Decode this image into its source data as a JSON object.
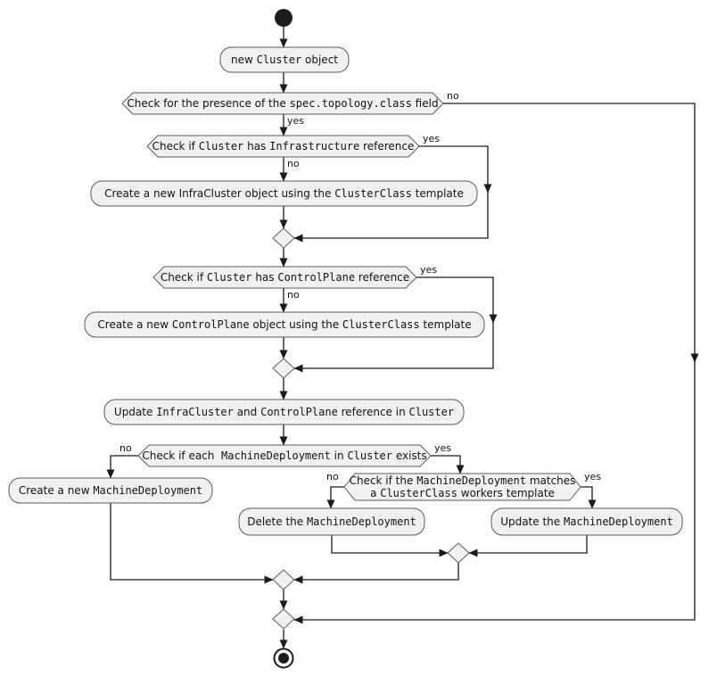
{
  "colors": {
    "node_fill": "#F1F1F1",
    "node_border": "#5A5A5A",
    "line": "#1A1A1A",
    "text": "#121212",
    "background": "#FFFFFF"
  },
  "nodes": {
    "new_cluster": {
      "segments": [
        {
          "text": "new ",
          "mono": false
        },
        {
          "text": "Cluster",
          "mono": true
        },
        {
          "text": " object",
          "mono": false
        }
      ]
    },
    "check_topology": {
      "segments": [
        {
          "text": "Check for the presence of the ",
          "mono": false
        },
        {
          "text": "spec.topology.class",
          "mono": true
        },
        {
          "text": " field",
          "mono": false
        }
      ]
    },
    "check_infra": {
      "segments": [
        {
          "text": "Check if ",
          "mono": false
        },
        {
          "text": "Cluster",
          "mono": true
        },
        {
          "text": " has ",
          "mono": false
        },
        {
          "text": "Infrastructure",
          "mono": true
        },
        {
          "text": " reference",
          "mono": false
        }
      ]
    },
    "create_infra": {
      "segments": [
        {
          "text": "Create a new InfraCluster object using the ",
          "mono": false
        },
        {
          "text": "ClusterClass",
          "mono": true
        },
        {
          "text": " template",
          "mono": false
        }
      ]
    },
    "check_controlplane": {
      "segments": [
        {
          "text": "Check if ",
          "mono": false
        },
        {
          "text": "Cluster",
          "mono": true
        },
        {
          "text": " has ",
          "mono": false
        },
        {
          "text": "ControlPlane",
          "mono": true
        },
        {
          "text": " reference",
          "mono": false
        }
      ]
    },
    "create_controlplane": {
      "segments": [
        {
          "text": "Create a new ",
          "mono": false
        },
        {
          "text": "ControlPlane",
          "mono": true
        },
        {
          "text": " object using the ",
          "mono": false
        },
        {
          "text": "ClusterClass",
          "mono": true
        },
        {
          "text": " template",
          "mono": false
        }
      ]
    },
    "update_refs": {
      "segments": [
        {
          "text": "Update ",
          "mono": false
        },
        {
          "text": "InfraCluster",
          "mono": true
        },
        {
          "text": " and ",
          "mono": false
        },
        {
          "text": "ControlPlane",
          "mono": true
        },
        {
          "text": " reference in ",
          "mono": false
        },
        {
          "text": "Cluster",
          "mono": true
        }
      ]
    },
    "check_md_exists": {
      "segments": [
        {
          "text": "Check if each  ",
          "mono": false
        },
        {
          "text": "MachineDeployment",
          "mono": true
        },
        {
          "text": " in ",
          "mono": false
        },
        {
          "text": "Cluster",
          "mono": true
        },
        {
          "text": " exists",
          "mono": false
        }
      ]
    },
    "create_md": {
      "segments": [
        {
          "text": "Create a new ",
          "mono": false
        },
        {
          "text": "MachineDeployment",
          "mono": true
        }
      ]
    },
    "check_md_matches": {
      "line1": [
        {
          "text": "Check if the ",
          "mono": false
        },
        {
          "text": "MachineDeployment",
          "mono": true
        },
        {
          "text": " matches",
          "mono": false
        }
      ],
      "line2": [
        {
          "text": "a ",
          "mono": false
        },
        {
          "text": "ClusterClass",
          "mono": true
        },
        {
          "text": " workers template",
          "mono": false
        }
      ]
    },
    "delete_md": {
      "segments": [
        {
          "text": "Delete the ",
          "mono": false
        },
        {
          "text": "MachineDeployment",
          "mono": true
        }
      ]
    },
    "update_md": {
      "segments": [
        {
          "text": "Update the ",
          "mono": false
        },
        {
          "text": "MachineDeployment",
          "mono": true
        }
      ]
    }
  },
  "edge_labels": {
    "topology_no": "no",
    "topology_yes": "yes",
    "infra_yes": "yes",
    "infra_no": "no",
    "controlplane_yes": "yes",
    "controlplane_no": "no",
    "md_exists_no": "no",
    "md_exists_yes": "yes",
    "md_matches_no": "no",
    "md_matches_yes": "yes"
  }
}
